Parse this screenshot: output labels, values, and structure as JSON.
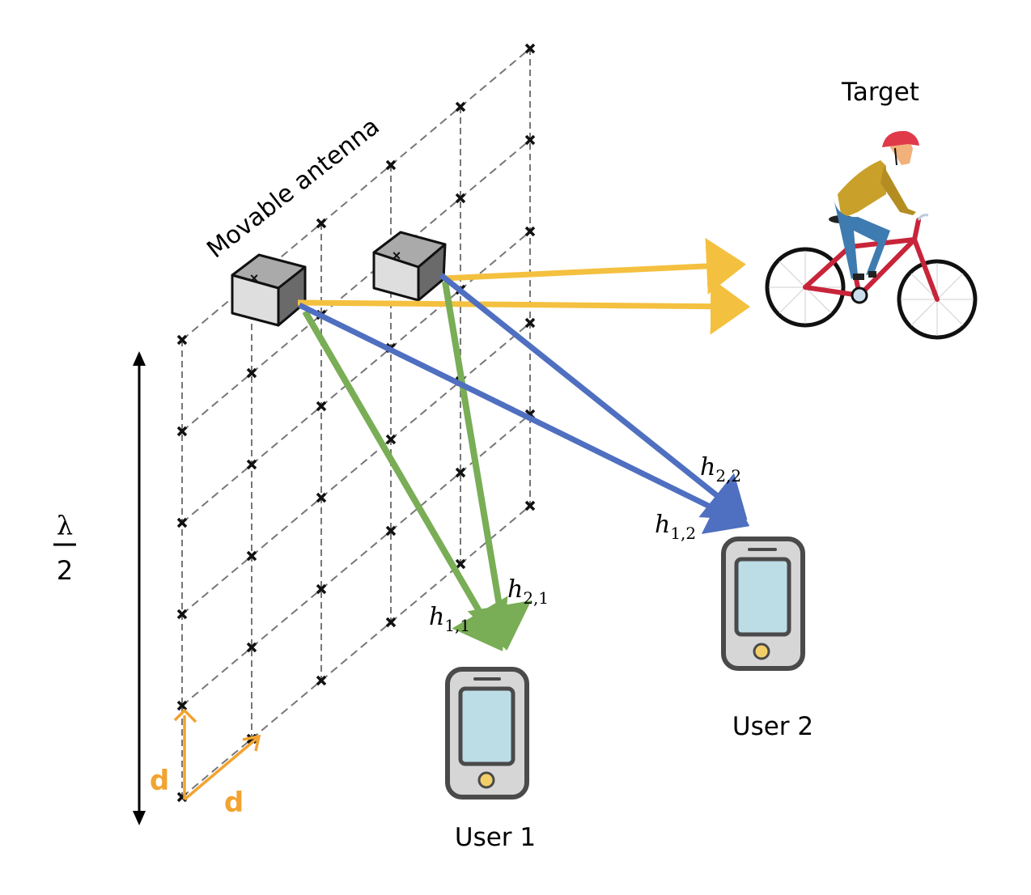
{
  "title_label": "Movable antenna",
  "target_label": "Target",
  "users": [
    {
      "label": "User 1"
    },
    {
      "label": "User 2"
    }
  ],
  "wavelength_label": {
    "numerator": "λ",
    "denominator": "2"
  },
  "spacing_labels": {
    "vertical": "d",
    "diagonal": "d"
  },
  "grid": {
    "columns": 6,
    "rows": 6
  },
  "antennas": [
    {
      "id": 1
    },
    {
      "id": 2
    }
  ],
  "channels": [
    {
      "name": "h",
      "sub": "1,1",
      "from": 1,
      "to": "User 1"
    },
    {
      "name": "h",
      "sub": "2,1",
      "from": 2,
      "to": "User 1"
    },
    {
      "name": "h",
      "sub": "1,2",
      "from": 1,
      "to": "User 2"
    },
    {
      "name": "h",
      "sub": "2,2",
      "from": 2,
      "to": "User 2"
    }
  ],
  "colors": {
    "sensing": "#F4C03F",
    "user1_link": "#79AD56",
    "user2_link": "#4F6FC0",
    "spacing": "#F2A330",
    "grid": "#777777",
    "phone_body": "#D6D6D6",
    "phone_screen": "#BCDCE6",
    "phone_button": "#F3CF6A"
  }
}
